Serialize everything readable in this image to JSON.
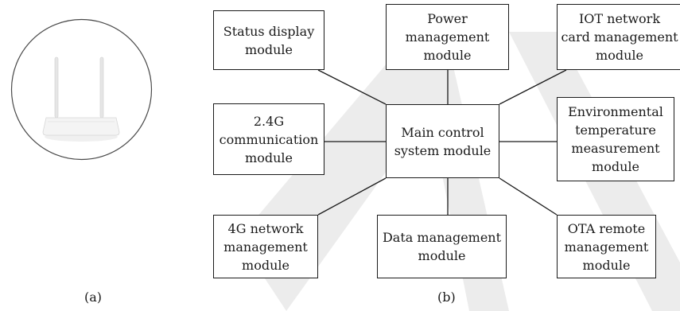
{
  "panels": {
    "photo_label": "(a)",
    "diagram_label": "(b)"
  },
  "modules": {
    "status_display": "Status display\nmodule",
    "power_management": "Power\nmanagement\nmodule",
    "iot_network": "IOT network\ncard management\nmodule",
    "communication_24g": "2.4G\ncommunication\nmodule",
    "main_control": "Main control\nsystem module",
    "env_temperature": "Environmental\ntemperature\nmeasurement\nmodule",
    "network_4g": "4G network\nmanagement\nmodule",
    "data_management": "Data management\nmodule",
    "ota_remote": "OTA remote\nmanagement\nmodule"
  },
  "colors": {
    "line": "#1a1a1a",
    "watermark": "#ececec"
  }
}
